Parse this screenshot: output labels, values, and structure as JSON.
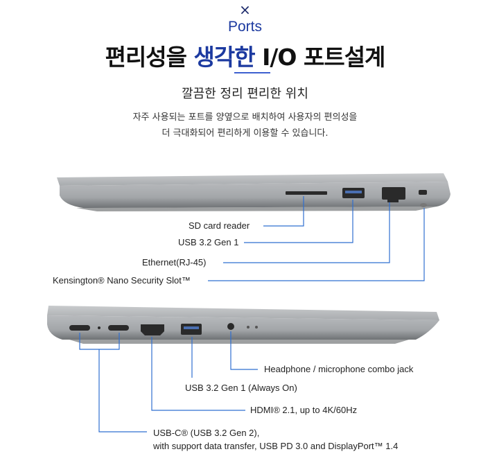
{
  "header": {
    "close_glyph": "×",
    "section": "Ports",
    "headline_part1": "편리성을 ",
    "headline_part2": "생각한",
    "headline_part3": " I/O 포트설계",
    "subtitle": "깔끔한 정리 편리한 위치",
    "description_line1": "자주 사용되는 포트를 양옆으로 배치하여 사용자의 편의성을",
    "description_line2": "더 극대화되어 편리하게 이용할 수 있습니다."
  },
  "right_side": {
    "labels": {
      "sd": "SD card reader",
      "usb": "USB 3.2 Gen 1",
      "ethernet": "Ethernet(RJ-45)",
      "kensington": "Kensington® Nano Security Slot™"
    }
  },
  "left_side": {
    "labels": {
      "audio": "Headphone / microphone combo jack",
      "usb": "USB 3.2 Gen 1 (Always On)",
      "hdmi": "HDMI® 2.1, up to 4K/60Hz",
      "usbc_line1": "USB-C® (USB 3.2 Gen 2),",
      "usbc_line2": "with support data transfer, USB PD 3.0 and DisplayPort™ 1.4"
    }
  },
  "colors": {
    "accent": "#1c3aa0",
    "leader_line": "#2f6fd0",
    "laptop_body": "#b4b7ba"
  }
}
